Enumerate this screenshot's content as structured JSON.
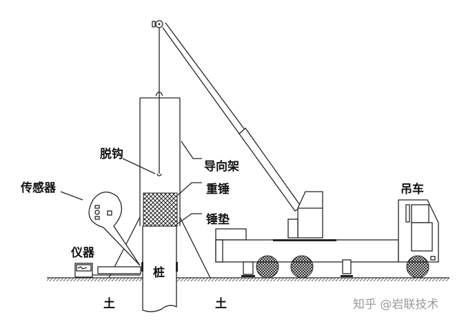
{
  "labels": {
    "unhook": "脱钩",
    "guide_frame": "导向架",
    "hammer": "重锤",
    "hammer_pad": "锤垫",
    "sensor": "传感器",
    "instrument": "仪器",
    "pile": "桩",
    "soil_left": "土",
    "soil_right": "土",
    "crane_truck": "吊车"
  },
  "watermark": "知乎 @岩联技术",
  "colors": {
    "line": "#222222",
    "watermark": "#9a9a9a"
  }
}
